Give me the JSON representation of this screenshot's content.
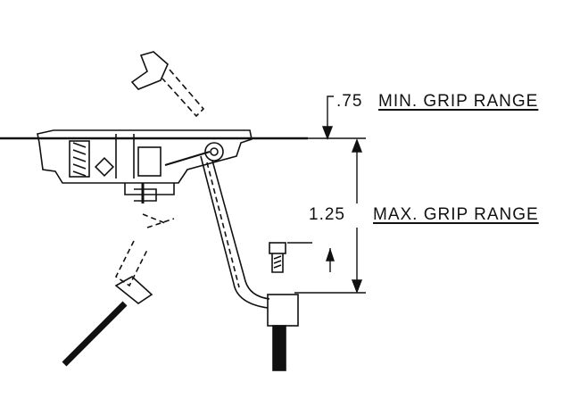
{
  "dimensions": {
    "min": {
      "value": ".75",
      "label": "MIN. GRIP RANGE"
    },
    "max": {
      "value": "1.25",
      "label": "MAX. GRIP RANGE"
    }
  },
  "colors": {
    "ink": "#111111",
    "paper": "#ffffff"
  }
}
